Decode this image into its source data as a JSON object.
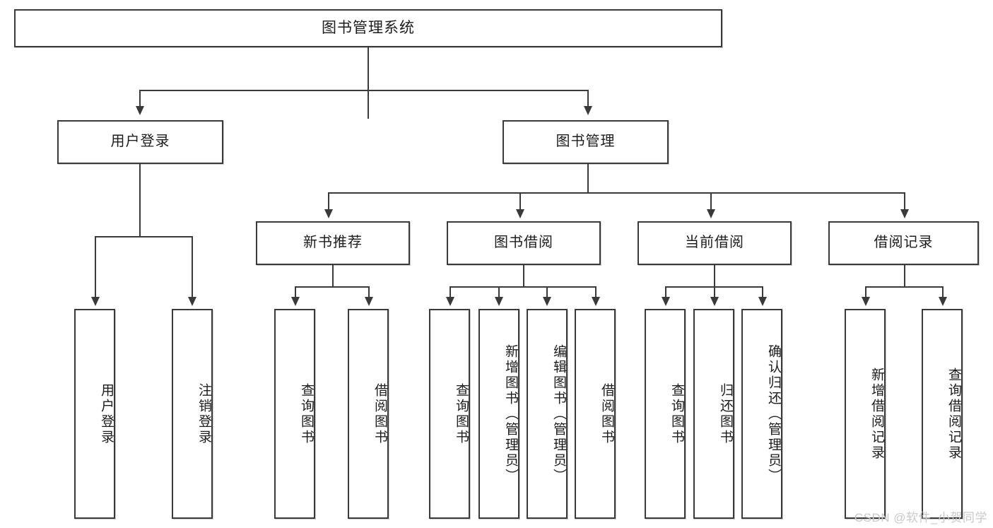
{
  "diagram": {
    "title": "图书管理系统",
    "type": "功能结构图",
    "root": {
      "label": "图书管理系统"
    },
    "level2": [
      {
        "label": "用户登录"
      },
      {
        "label": "图书管理"
      }
    ],
    "level3": [
      {
        "label": "新书推荐"
      },
      {
        "label": "图书借阅"
      },
      {
        "label": "当前借阅"
      },
      {
        "label": "借阅记录"
      }
    ],
    "leaves": {
      "user_login": [
        {
          "label": "用户登录"
        },
        {
          "label": "注销登录"
        }
      ],
      "new_book_recommend": [
        {
          "label": "查询图书"
        },
        {
          "label": "借阅图书"
        }
      ],
      "book_borrow": [
        {
          "label": "查询图书"
        },
        {
          "label": "新增图书（管理员）"
        },
        {
          "label": "编辑图书（管理员）"
        },
        {
          "label": "借阅图书"
        }
      ],
      "current_borrow": [
        {
          "label": "查询图书"
        },
        {
          "label": "归还图书"
        },
        {
          "label": "确认归还（管理员）"
        }
      ],
      "borrow_record": [
        {
          "label": "新增借阅记录"
        },
        {
          "label": "查询借阅记录"
        }
      ]
    }
  },
  "watermark": {
    "text": "CSDN @软件_小贺同学"
  },
  "colors": {
    "stroke": "#3a3a3a",
    "background": "#ffffff",
    "text": "#1c1c1c",
    "watermark": "#c9c9c9"
  }
}
